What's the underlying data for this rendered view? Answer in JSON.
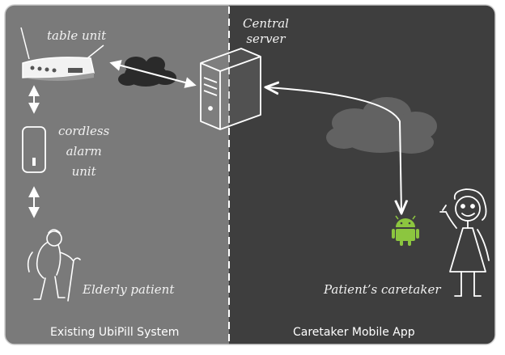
{
  "labels": {
    "table_unit": "table unit",
    "cordless_alarm_line1": "cordless",
    "cordless_alarm_line2": "alarm",
    "cordless_alarm_line3": "unit",
    "central_server_line1": "Central",
    "central_server_line2": "server",
    "elderly_patient": "Elderly patient",
    "patients_caretaker": "Patient’s caretaker"
  },
  "sections": {
    "left_caption": "Existing UbiPill System",
    "right_caption": "Caretaker Mobile App"
  },
  "icons": [
    "table-unit-icon",
    "cordless-alarm-icon",
    "elderly-patient-icon",
    "server-icon",
    "cloud-icon",
    "android-icon",
    "caretaker-icon"
  ],
  "colors": {
    "left_panel": "#7a7a7a",
    "right_panel": "#3e3e3e",
    "android_green": "#8cc63f",
    "line": "#ffffff"
  }
}
